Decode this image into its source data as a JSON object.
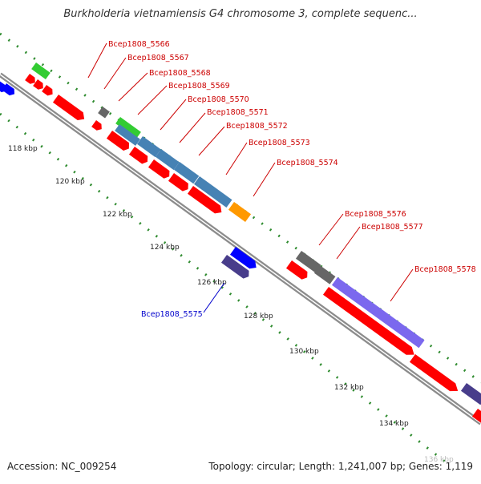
{
  "header": {
    "title": "Burkholderia vietnamiensis G4 chromosome 3, complete sequenc..."
  },
  "footer": {
    "accession": "Accession: NC_009254",
    "summary": "Topology: circular; Length: 1,241,007 bp; Genes: 1,119"
  },
  "colors": {
    "backbone": "#8c8c8c",
    "tick_dots": "#2e8b2e",
    "cds": "#ff0000",
    "label_red": "#cc0000",
    "label_blue": "#0000cc",
    "blue_gene": "#4682b4",
    "green_gene": "#33cc33",
    "gray_gene": "#666666",
    "orange_gene": "#ff9900",
    "purple_gene": "#7b68ee",
    "navy_gene": "#483d8b",
    "bright_blue_gene": "#0000ff"
  },
  "scale_labels": [
    "118 kbp",
    "120 kbp",
    "122 kbp",
    "124 kbp",
    "126 kbp",
    "128 kbp",
    "130 kbp",
    "132 kbp",
    "134 kbp",
    "136 kbp"
  ],
  "gene_labels": [
    {
      "text": "Bcep1808_5566",
      "color": "red"
    },
    {
      "text": "Bcep1808_5567",
      "color": "red"
    },
    {
      "text": "Bcep1808_5568",
      "color": "red"
    },
    {
      "text": "Bcep1808_5569",
      "color": "red"
    },
    {
      "text": "Bcep1808_5570",
      "color": "red"
    },
    {
      "text": "Bcep1808_5571",
      "color": "red"
    },
    {
      "text": "Bcep1808_5572",
      "color": "red"
    },
    {
      "text": "Bcep1808_5573",
      "color": "red"
    },
    {
      "text": "Bcep1808_5574",
      "color": "red"
    },
    {
      "text": "Bcep1808_5575",
      "color": "blue"
    },
    {
      "text": "Bcep1808_5576",
      "color": "red"
    },
    {
      "text": "Bcep1808_5577",
      "color": "red"
    },
    {
      "text": "Bcep1808_5578",
      "color": "red"
    }
  ]
}
